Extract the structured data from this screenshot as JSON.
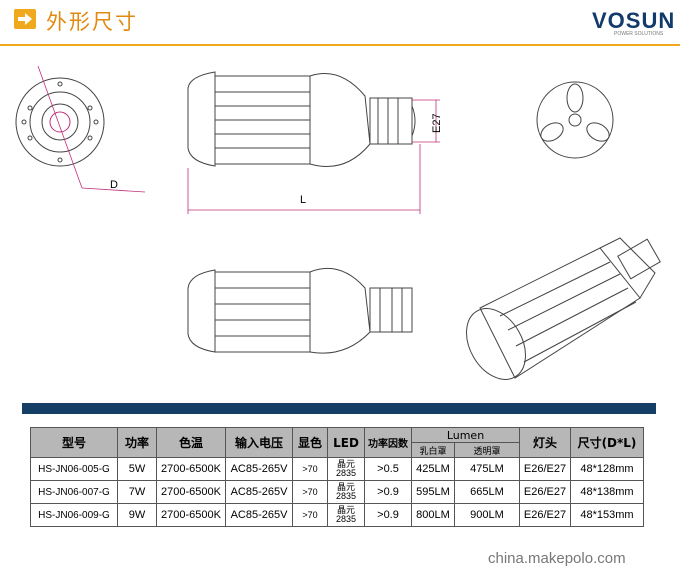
{
  "header": {
    "title": "外形尺寸",
    "arrow_icon": "arrow-right-icon"
  },
  "logo": {
    "brand": "VOSUN",
    "tagline": "POWER SOLUTIONS"
  },
  "drawing": {
    "d_label": "D",
    "l_label": "L",
    "e27_label": "E27"
  },
  "table": {
    "headers": {
      "model": "型号",
      "power": "功率",
      "cct": "色温",
      "voltage": "输入电压",
      "cri": "显色",
      "led": "LED",
      "pf": "功率因数",
      "lumen": "Lumen",
      "milky": "乳白罩",
      "clear": "透明罩",
      "base": "灯头",
      "size": "尺寸(D*L)"
    },
    "rows": [
      {
        "model": "HS-JN06-005-G",
        "power": "5W",
        "cct": "2700-6500K",
        "voltage": "AC85-265V",
        "cri": ">70",
        "led": "晶元2835",
        "pf": ">0.5",
        "milky": "425LM",
        "clear": "475LM",
        "base": "E26/E27",
        "size": "48*128mm"
      },
      {
        "model": "HS-JN06-007-G",
        "power": "7W",
        "cct": "2700-6500K",
        "voltage": "AC85-265V",
        "cri": ">70",
        "led": "晶元2835",
        "pf": ">0.9",
        "milky": "595LM",
        "clear": "665LM",
        "base": "E26/E27",
        "size": "48*138mm"
      },
      {
        "model": "HS-JN06-009-G",
        "power": "9W",
        "cct": "2700-6500K",
        "voltage": "AC85-265V",
        "cri": ">70",
        "led": "晶元2835",
        "pf": ">0.9",
        "milky": "800LM",
        "clear": "900LM",
        "base": "E26/E27",
        "size": "48*153mm"
      }
    ]
  },
  "watermark": "china.makepolo.com",
  "colors": {
    "accent": "#f0a81c",
    "navy": "#153e66",
    "header_gray": "#b7b7b7",
    "dim_line": "#c0307a"
  }
}
